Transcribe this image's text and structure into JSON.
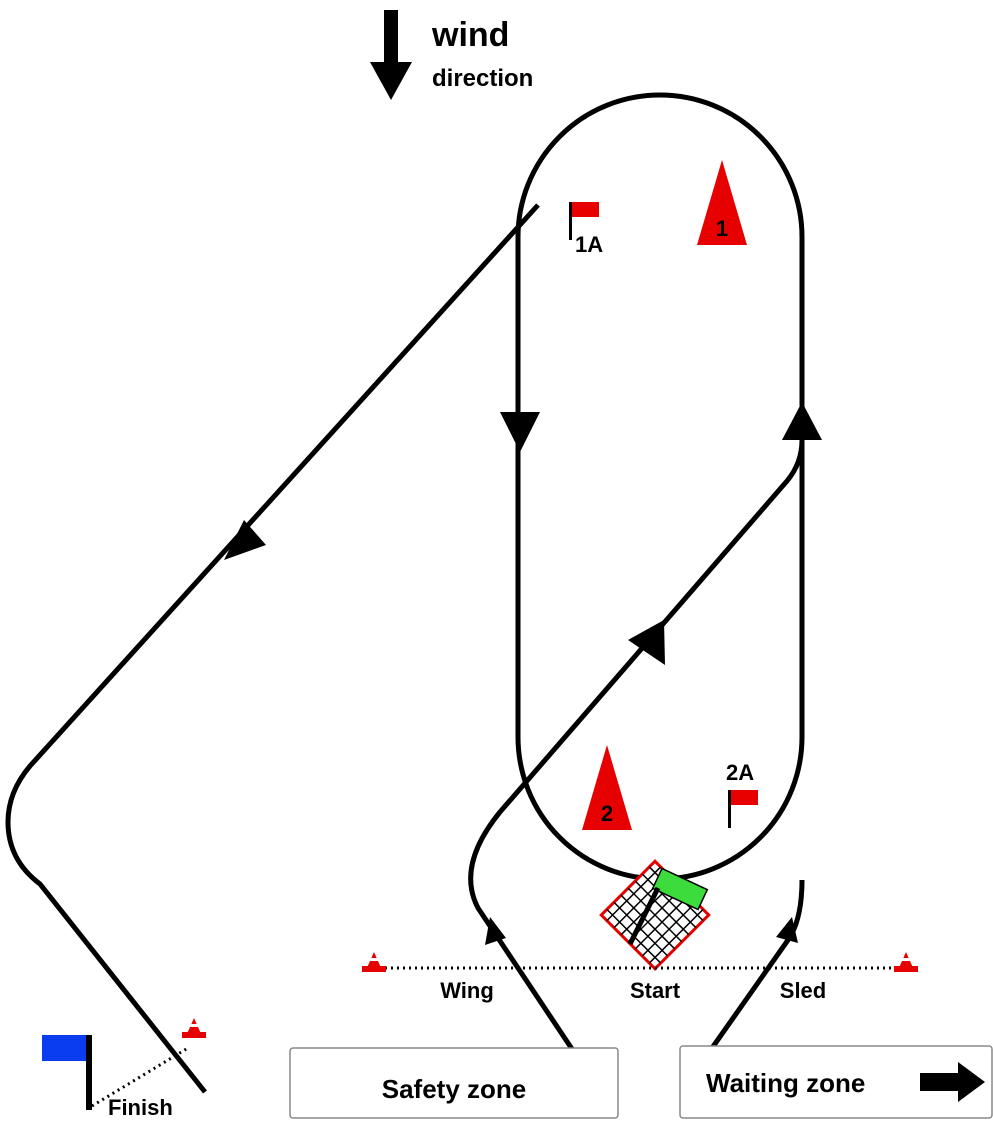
{
  "wind": {
    "title": "wind",
    "subtitle": "direction"
  },
  "markers": {
    "buoy_1": "1",
    "buoy_2": "2",
    "flag_1a": "1A",
    "flag_2a": "2A"
  },
  "labels": {
    "wing": "Wing",
    "start": "Start",
    "sled": "Sled",
    "finish": "Finish"
  },
  "zones": {
    "safety": "Safety zone",
    "waiting": "Waiting zone"
  },
  "colors": {
    "course_line": "#000000",
    "buoy": "#e60000",
    "flag": "#e60000",
    "finish_flag": "#0a3cf0",
    "start_box": "#e60000",
    "start_box_fill": "#3cdc3c"
  }
}
